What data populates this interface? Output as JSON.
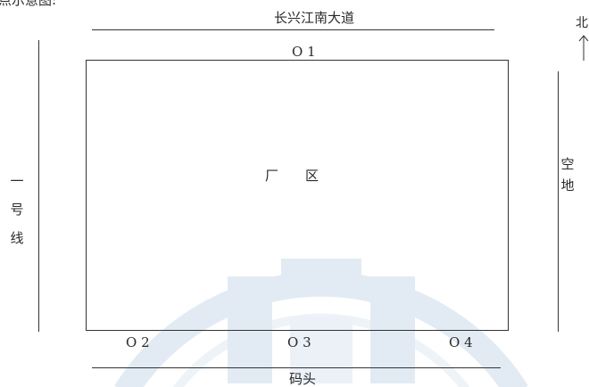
{
  "header_fragment": "点示意图:",
  "north_road": "长兴江南大道",
  "north_marker": "北",
  "west_road_chars": [
    "一",
    "号",
    "线"
  ],
  "east_chars": [
    "空",
    "地"
  ],
  "south_label": "码头",
  "factory_label": "厂　　区",
  "points": {
    "o1": "O 1",
    "o2": "O 2",
    "o3": "O 3",
    "o4": "O 4"
  },
  "colors": {
    "ink": "#333333",
    "watermark": "#9bb8d6"
  }
}
